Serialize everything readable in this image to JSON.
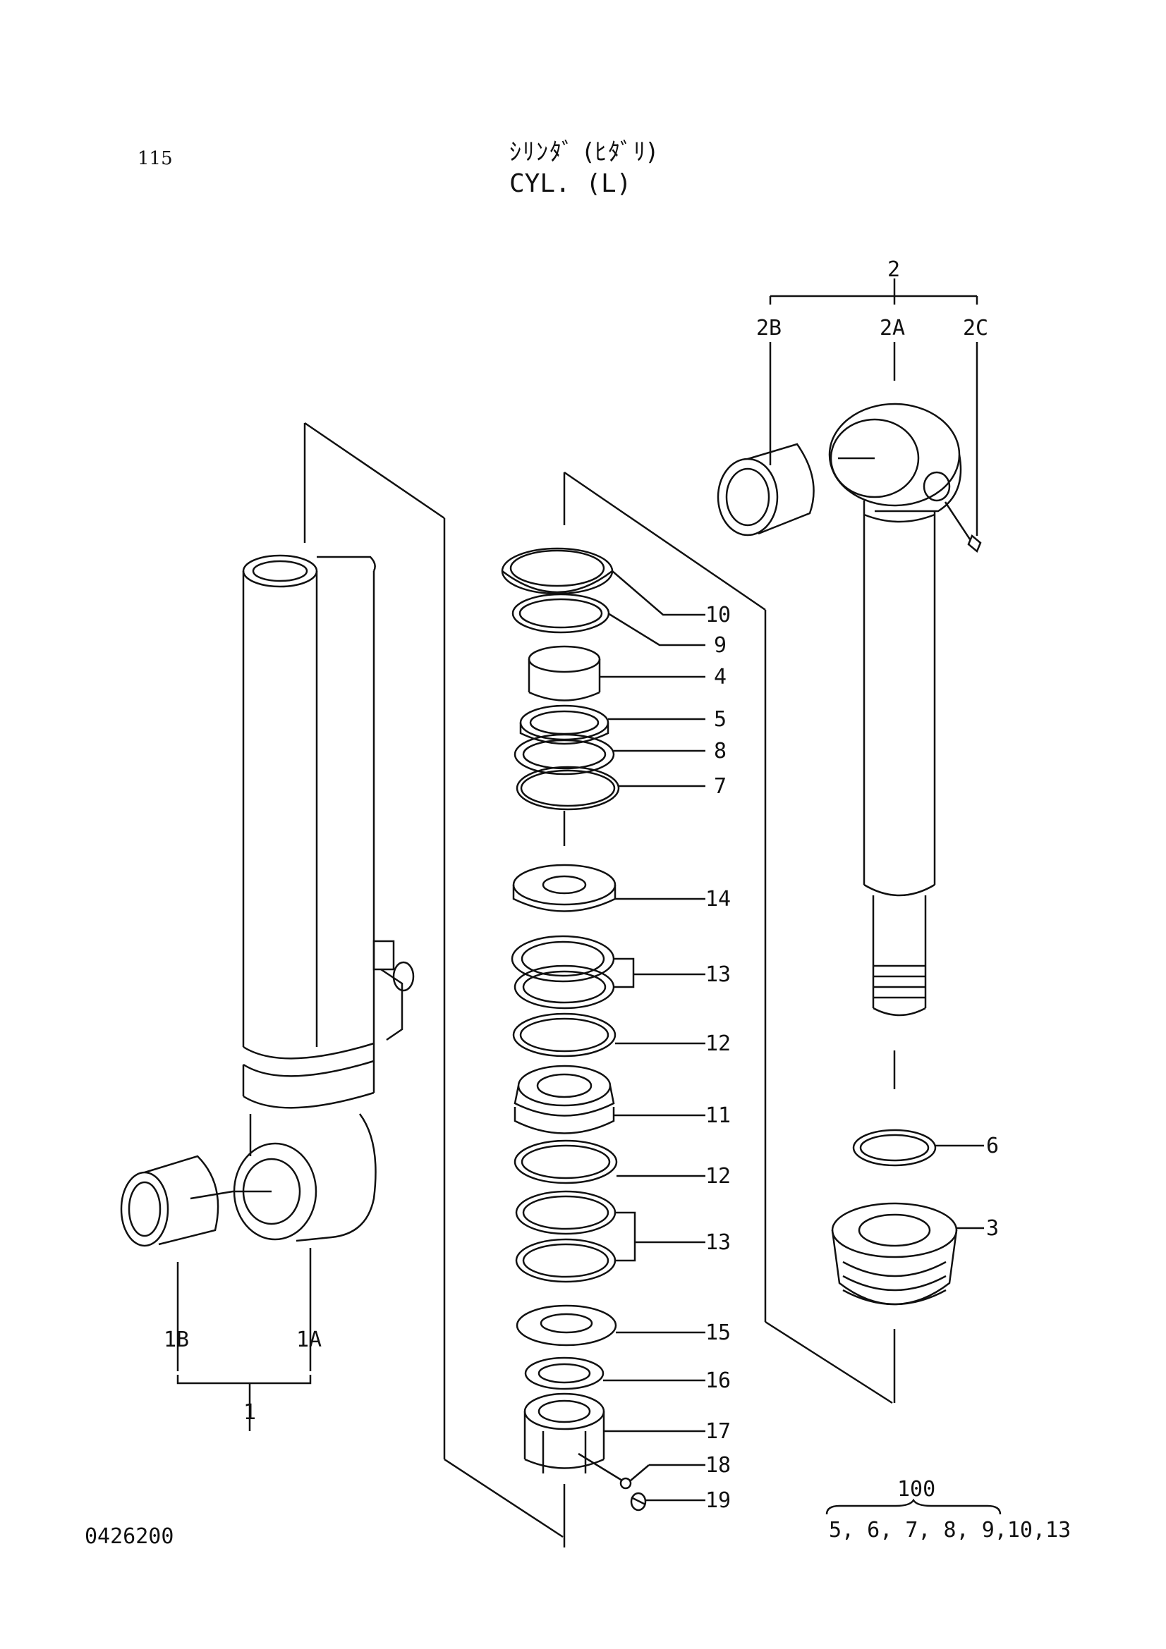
{
  "page_number": "115",
  "title_jp": "ｼﾘﾝﾀﾞ (ﾋﾀﾞﾘ)",
  "title_en": "CYL. (L)",
  "drawing_number": "0426200",
  "callouts": {
    "c1": "1",
    "c1a": "1A",
    "c1b": "1B",
    "c2": "2",
    "c2a": "2A",
    "c2b": "2B",
    "c2c": "2C",
    "c3": "3",
    "c4": "4",
    "c5": "5",
    "c6": "6",
    "c7": "7",
    "c8": "8",
    "c9": "9",
    "c10": "10",
    "c11": "11",
    "c12a": "12",
    "c12b": "12",
    "c13a": "13",
    "c13b": "13",
    "c14": "14",
    "c15": "15",
    "c16": "16",
    "c17": "17",
    "c18": "18",
    "c19": "19"
  },
  "kit": {
    "number": "100",
    "contents": "5, 6, 7, 8, 9,10,13"
  }
}
